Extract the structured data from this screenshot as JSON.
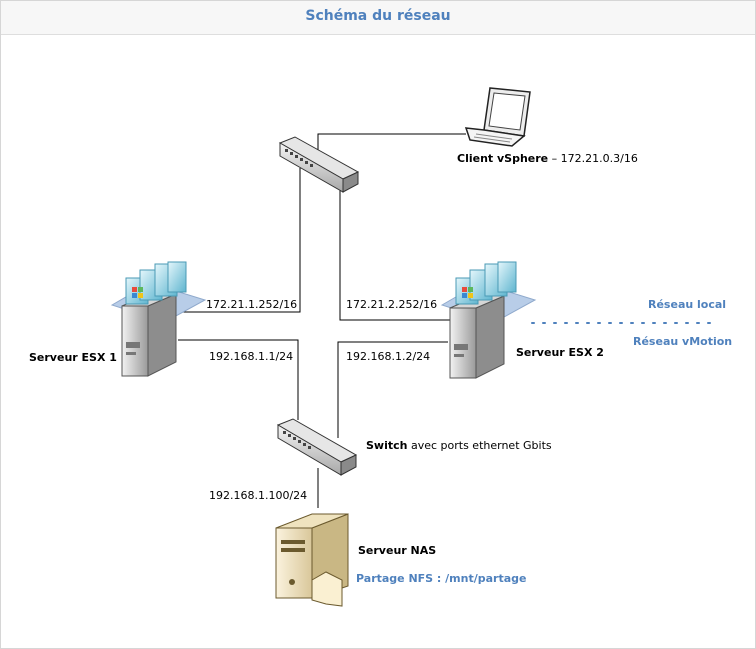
{
  "title": "Schéma du réseau",
  "nodes": {
    "esx1": {
      "name": "Serveur ESX 1",
      "ip_lan": "172.21.1.252/16",
      "ip_vmotion": "192.168.1.1/24"
    },
    "esx2": {
      "name": "Serveur ESX 2",
      "ip_lan": "172.21.2.252/16",
      "ip_vmotion": "192.168.1.2/24"
    },
    "client": {
      "name": "Client vSphere",
      "separator": " – ",
      "ip": "172.21.0.3/16"
    },
    "switch": {
      "name": "Switch",
      "desc": " avec ports ethernet Gbits"
    },
    "nas": {
      "name": "Serveur NAS",
      "ip": "192.168.1.100/24",
      "share": "Partage NFS : /mnt/partage"
    }
  },
  "legend": {
    "local": "Réseau local",
    "vmotion": "Réseau vMotion"
  },
  "colors": {
    "accent": "#4f81bd",
    "line": "#000000",
    "legend_dots": "#4f81bd"
  }
}
